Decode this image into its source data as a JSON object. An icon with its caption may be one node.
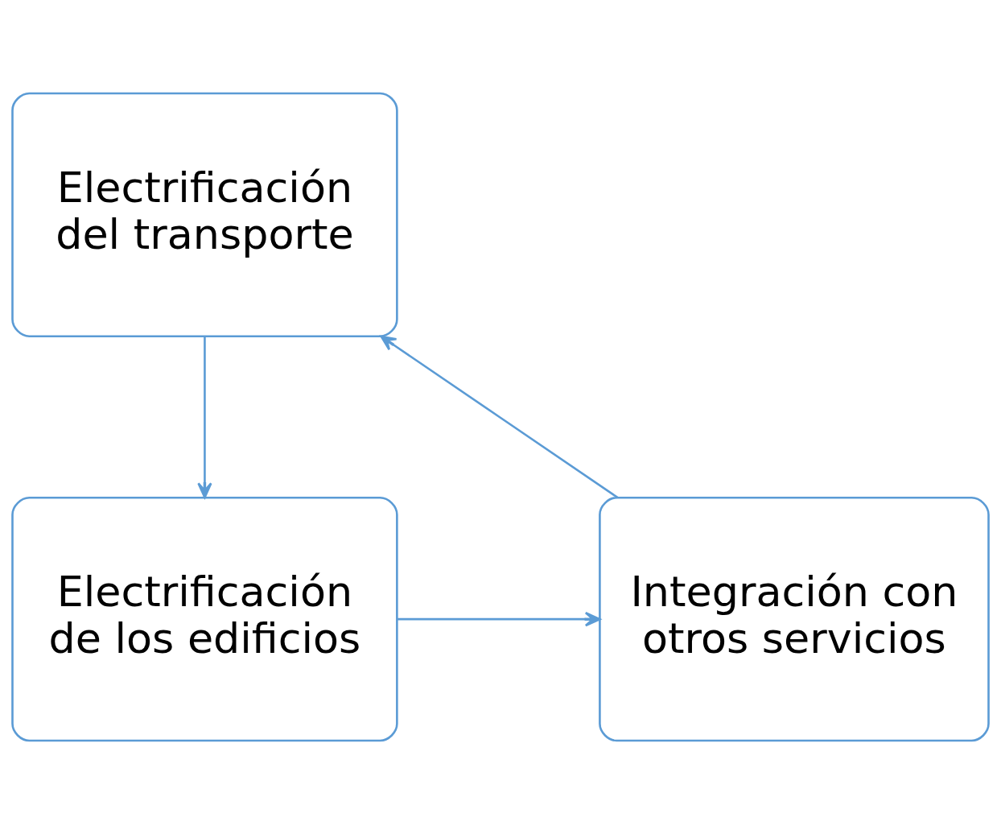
{
  "diagram": {
    "nodes": [
      {
        "text": [
          "Electrificación del transporte"
        ]
      },
      {
        "text": [
          "Electrificación de los edificios"
        ]
      },
      {
        "text": [
          "Integración con otros servicios"
        ]
      }
    ],
    "edges": [
      {
        "from": 0,
        "to": 1,
        "arrow": "to"
      },
      {
        "from": 1,
        "to": 2,
        "arrow": "to"
      },
      {
        "from": 2,
        "to": 0,
        "arrow": "to"
      }
    ]
  }
}
